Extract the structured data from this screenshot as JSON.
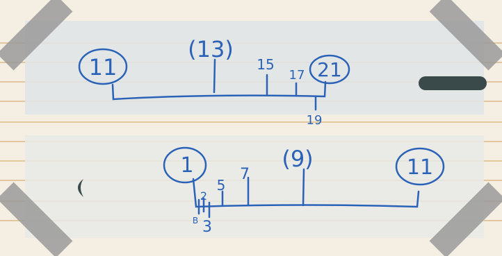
{
  "colors": {
    "paper": "#f4efe2",
    "ruled_line": "#d6a86a",
    "card": "#dfe4e6",
    "ink": "#2a62b8",
    "tape": "#9a9a9a"
  },
  "top_diagram": {
    "labels": {
      "left_circled": "11",
      "middle_circled": "(13)",
      "tick_a": "15",
      "tick_b": "17",
      "right_circled": "21",
      "below_tick": "19"
    }
  },
  "bottom_diagram": {
    "labels": {
      "left_circled": "1",
      "tick_two": "2",
      "tick_five": "5",
      "tick_seven": "7",
      "middle_circled": "(9)",
      "right_circled": "11",
      "small_mark": "B",
      "below_tick": "3"
    }
  }
}
